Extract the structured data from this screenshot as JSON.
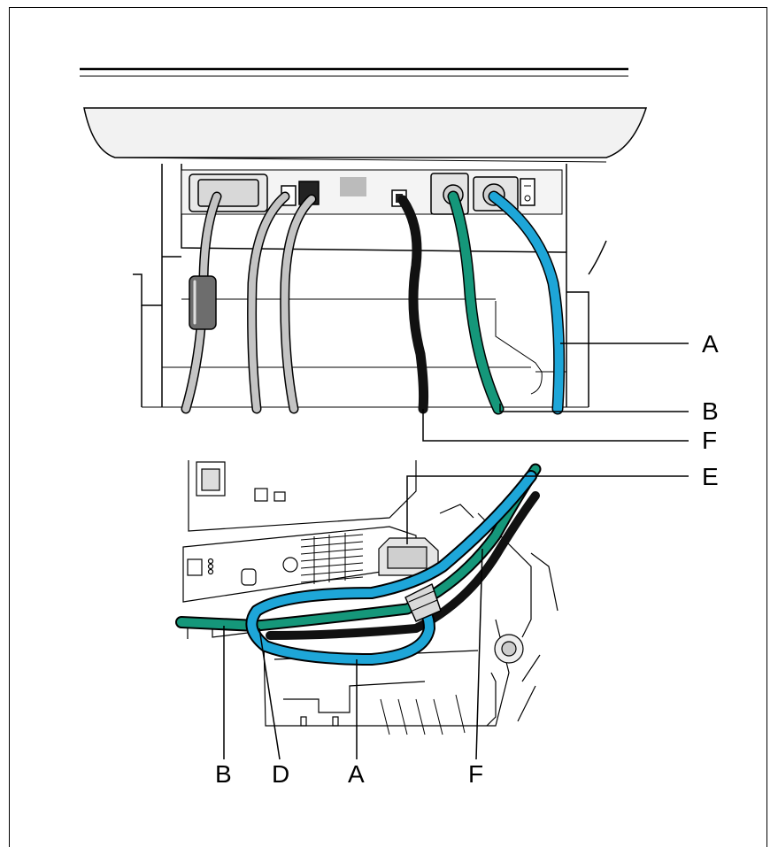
{
  "callouts": {
    "upper": {
      "a": "A",
      "b": "B",
      "f": "F"
    },
    "lower": {
      "e": "E",
      "b": "B",
      "d": "D",
      "a": "A",
      "f": "F"
    }
  },
  "colors": {
    "blue_cable": "#1ea6d8",
    "green_cable": "#15977a",
    "black_cable": "#1a1a1a",
    "grey_cable": "#c4c4c4",
    "line": "#000000"
  }
}
